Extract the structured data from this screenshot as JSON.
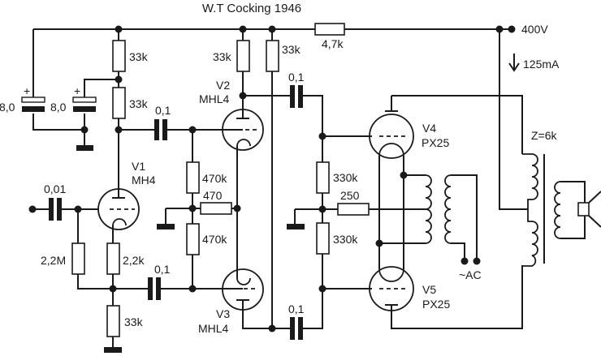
{
  "title": "W.T Cocking 1946",
  "supply": {
    "voltage": "400V",
    "current": "125mA",
    "current_arrow_icon": "arrow-down-icon"
  },
  "output_transformer": {
    "impedance": "Z=6k"
  },
  "heater_supply": {
    "label": "~AC"
  },
  "tubes": [
    {
      "ref": "V1",
      "type": "MH4"
    },
    {
      "ref": "V2",
      "type": "MHL4"
    },
    {
      "ref": "V3",
      "type": "MHL4"
    },
    {
      "ref": "V4",
      "type": "PX25"
    },
    {
      "ref": "V5",
      "type": "PX25"
    }
  ],
  "resistors": {
    "r_v1_decoupling": "33k",
    "r_v1_anode": "33k",
    "r_v2_anode": "33k",
    "r_v3_anode": "33k",
    "r_supply": "4,7k",
    "r_grid_leak_v1": "2,2M",
    "r_v1_cathode": "2,2k",
    "r_v1_cathode_load": "33k",
    "r_v2_grid": "470k",
    "r_v3_grid": "470k",
    "r_v2v3_cathode": "470",
    "r_v4_grid": "330k",
    "r_v5_grid": "330k",
    "r_output_cathode": "250"
  },
  "capacitors": {
    "c_reservoir_1": "8,0",
    "c_reservoir_2": "8,0",
    "c_input": "0,01",
    "c_v1_to_v2": "0,1",
    "c_v1_cathode_to_v3": "0,1",
    "c_v2_to_v4": "0,1",
    "c_v3_to_v5": "0,1"
  },
  "polarity_mark": "+"
}
